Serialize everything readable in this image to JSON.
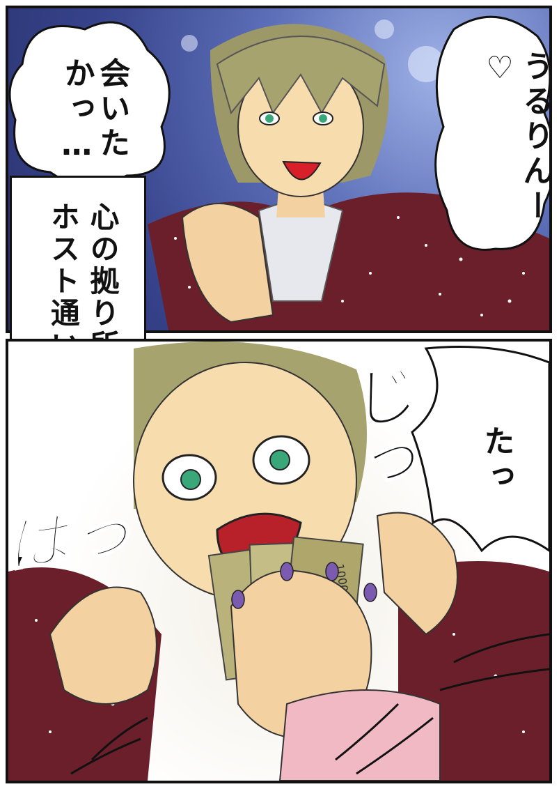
{
  "speech": {
    "left_top": "会いた\nかっ…",
    "right_top": "うるりんー♡",
    "right_bottom": "たっ"
  },
  "caption": "心の拠り所やった\nホスト通いは…",
  "sfx": {
    "dash": "じっ",
    "grab": "ばっ"
  },
  "banknote_text": "1000"
}
